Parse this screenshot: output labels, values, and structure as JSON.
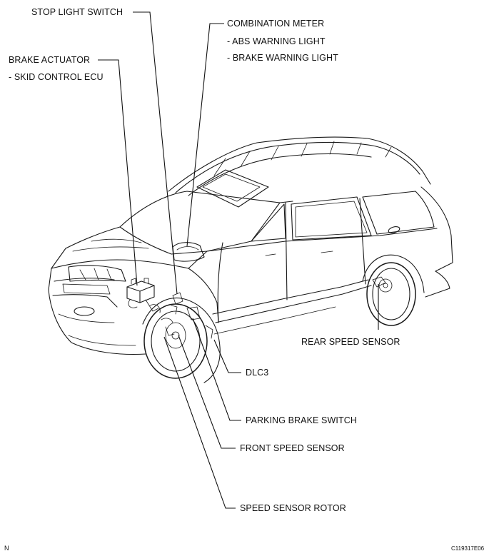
{
  "labels": {
    "stop_light_switch": "STOP LIGHT SWITCH",
    "combination_meter": "COMBINATION METER",
    "abs_warning_light": "- ABS WARNING LIGHT",
    "brake_warning_light": "- BRAKE WARNING LIGHT",
    "brake_actuator": "BRAKE ACTUATOR",
    "skid_control_ecu": "- SKID CONTROL ECU",
    "rear_speed_sensor": "REAR SPEED SENSOR",
    "dlc3": "DLC3",
    "parking_brake_switch": "PARKING BRAKE SWITCH",
    "front_speed_sensor": "FRONT SPEED SENSOR",
    "speed_sensor_rotor": "SPEED SENSOR ROTOR"
  },
  "corner_marks": {
    "left": "N",
    "right": "C119317E06"
  }
}
